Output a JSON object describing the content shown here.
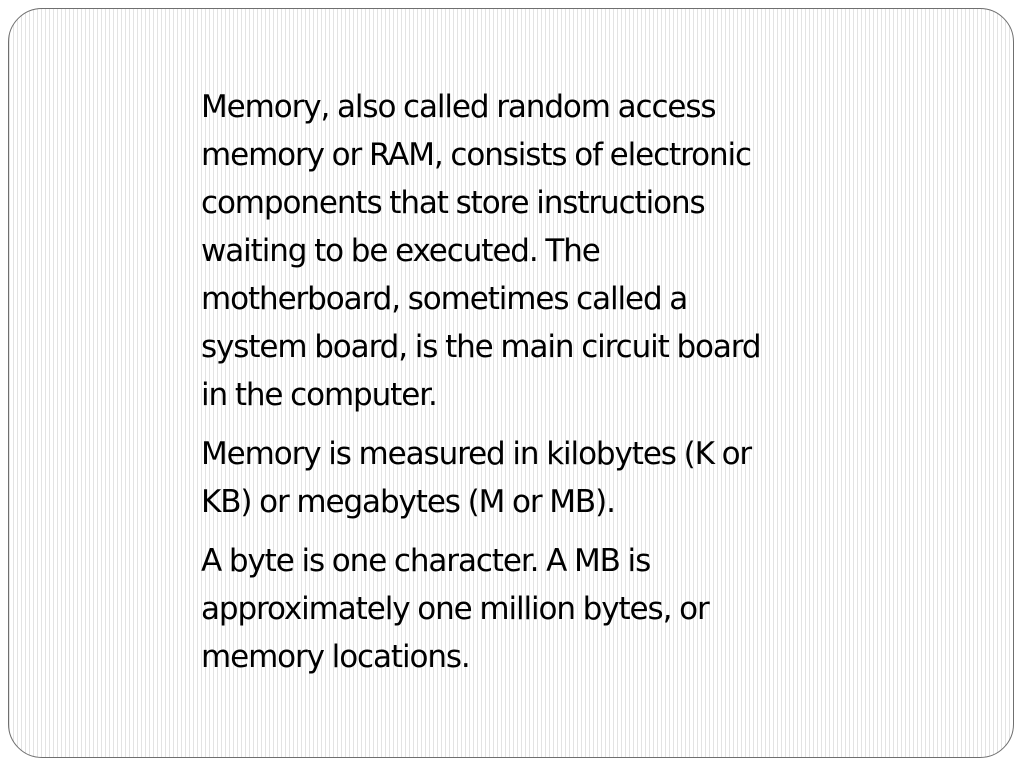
{
  "slide": {
    "paragraphs": [
      "Memory, also called random access\nmemory or RAM, consists of electronic\ncomponents that store instructions\nwaiting to be executed. The\nmotherboard, sometimes called a\nsystem board, is the main circuit board\nin the computer.",
      "Memory is measured in kilobytes (K or\nKB) or megabytes (M or MB).",
      "A byte is one character. A MB is\napproximately one million bytes, or\nmemory locations."
    ]
  }
}
